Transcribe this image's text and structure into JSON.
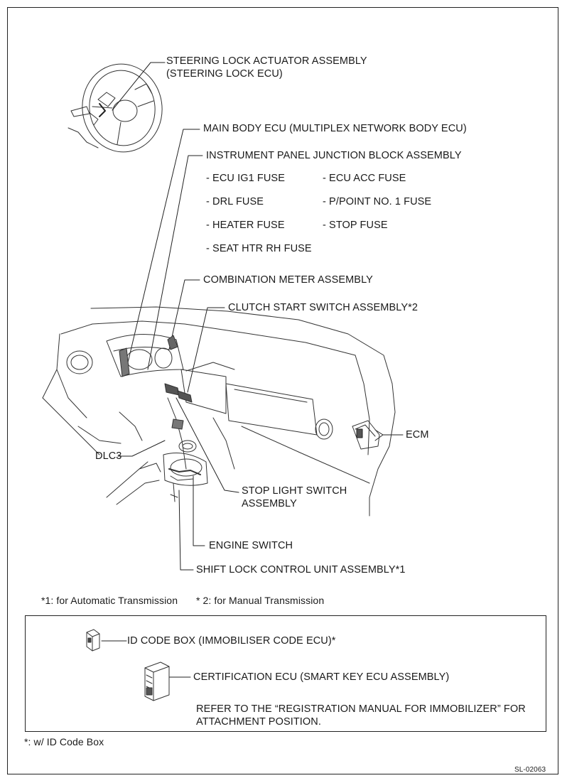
{
  "labels": {
    "steering_lock_1": "STEERING LOCK ACTUATOR ASSEMBLY",
    "steering_lock_2": "(STEERING LOCK ECU)",
    "main_body_ecu": "MAIN BODY ECU (MULTIPLEX NETWORK BODY ECU)",
    "ip_junction_block": "INSTRUMENT PANEL JUNCTION BLOCK ASSEMBLY",
    "fuses": [
      "- ECU IG1 FUSE",
      "- ECU ACC FUSE",
      "- DRL FUSE",
      "- P/POINT NO. 1 FUSE",
      "- HEATER FUSE",
      "- STOP FUSE",
      "- SEAT HTR RH FUSE"
    ],
    "combination_meter": "COMBINATION METER ASSEMBLY",
    "clutch_start_switch": "CLUTCH START SWITCH ASSEMBLY*2",
    "ecm": "ECM",
    "dlc3": "DLC3",
    "stop_light_1": "STOP LIGHT SWITCH",
    "stop_light_2": "ASSEMBLY",
    "engine_switch": "ENGINE SWITCH",
    "shift_lock": "SHIFT LOCK CONTROL UNIT ASSEMBLY*1"
  },
  "footnotes": {
    "auto": "*1: for Automatic Transmission",
    "manual": "* 2: for Manual Transmission"
  },
  "box": {
    "id_code_box": "ID CODE BOX (IMMOBILISER CODE ECU)*",
    "certification_ecu": "CERTIFICATION ECU (SMART KEY ECU ASSEMBLY)",
    "refer_1": "REFER TO THE “REGISTRATION MANUAL FOR IMMOBILIZER” FOR",
    "refer_2": "ATTACHMENT POSITION."
  },
  "id_code_note": "*: w/ ID Code Box",
  "figure_id": "SL-02063"
}
